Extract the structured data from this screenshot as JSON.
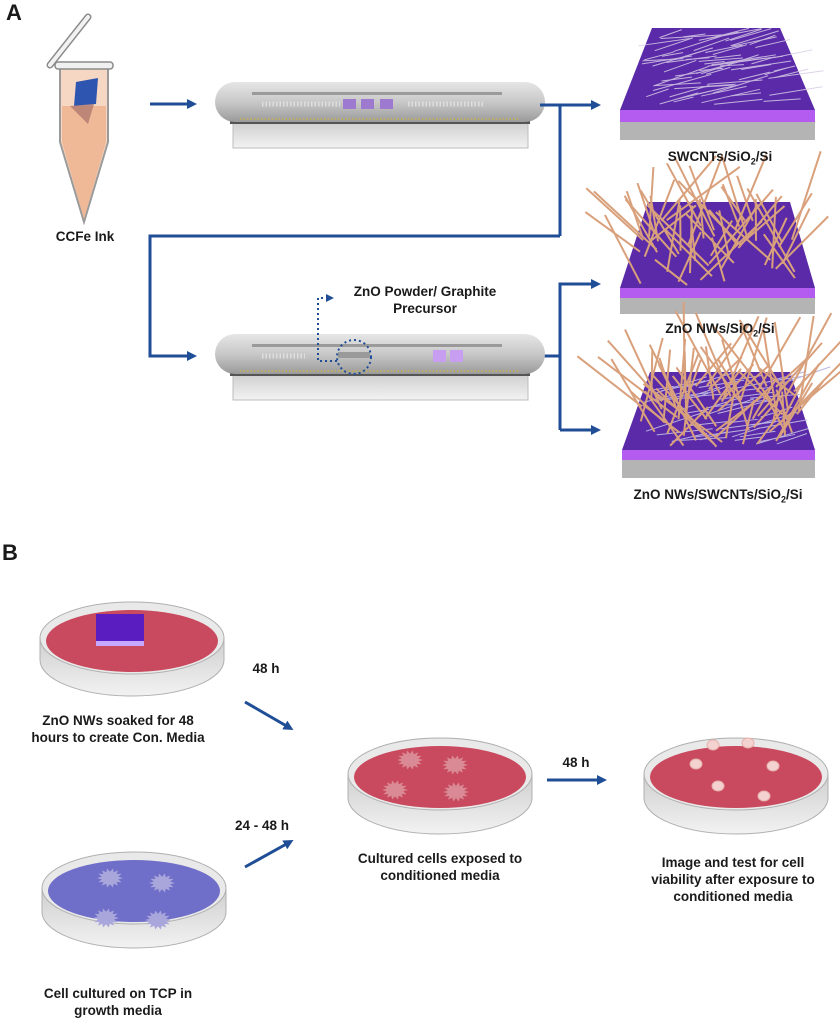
{
  "panels": {
    "a": {
      "letter": "A",
      "ink_label": "CCFe Ink",
      "precursor_label_line1": "ZnO Powder/ Graphite",
      "precursor_label_line2": "Precursor",
      "products": [
        {
          "prefix": "SWCNTs/SiO",
          "sub": "2",
          "suffix": "/Si"
        },
        {
          "prefix": "ZnO NWs/SiO",
          "sub": "2",
          "suffix": "/Si"
        },
        {
          "prefix": "ZnO NWs/SWCNTs/SiO",
          "sub": "2",
          "suffix": "/Si"
        }
      ]
    },
    "b": {
      "letter": "B",
      "dish1_line1": "ZnO NWs soaked for 48",
      "dish1_line2": "hours to create Con. Media",
      "dish2_line1": "Cell cultured on TCP in",
      "dish2_line2": "growth media",
      "dish3_line1": "Cultured cells exposed to",
      "dish3_line2": "conditioned media",
      "dish4_line1": "Image and test for cell",
      "dish4_line2": "viability after exposure to",
      "dish4_line3": "conditioned media",
      "time1": "48 h",
      "time2": "24 - 48 h",
      "time3": "48 h"
    }
  },
  "colors": {
    "arrow": "#1f4e96",
    "media_red": "#c94a5e",
    "media_blue": "#6f6ec8",
    "substrate_purple": "#5a2aa8",
    "sio2": "#b45cf0",
    "si": "#b4b4b4",
    "nanowire": "#d9a07c",
    "ink": "#f0c0a0"
  }
}
